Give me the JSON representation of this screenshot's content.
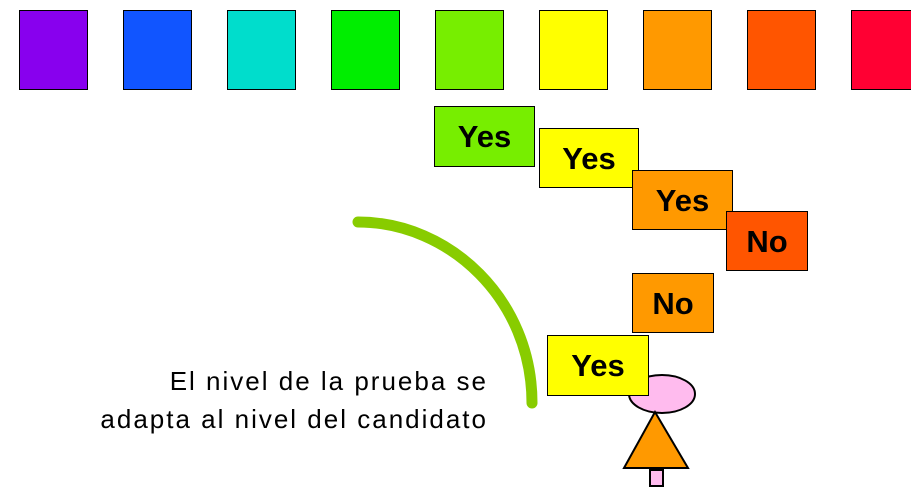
{
  "palette": {
    "violet": "#8800ee",
    "blue": "#1155ff",
    "teal": "#00ddcc",
    "green": "#00ee00",
    "lime": "#77ee00",
    "yellow": "#ffff00",
    "orange": "#ff9900",
    "dark_orange": "#ff5500",
    "red": "#ff0033",
    "arc": "#88cc00",
    "head": "#ffbbee",
    "body": "#ff9900",
    "feet": "#ffbbee"
  },
  "answers": [
    {
      "text": "Yes",
      "color": "#77ee00"
    },
    {
      "text": "Yes",
      "color": "#ffff00"
    },
    {
      "text": "Yes",
      "color": "#ff9900"
    },
    {
      "text": "No",
      "color": "#ff5500"
    },
    {
      "text": "No",
      "color": "#ff9900"
    },
    {
      "text": "Yes",
      "color": "#ffff00"
    }
  ],
  "caption": {
    "line1": "El nivel de la prueba se",
    "line2": "adapta al nivel del candidato"
  }
}
